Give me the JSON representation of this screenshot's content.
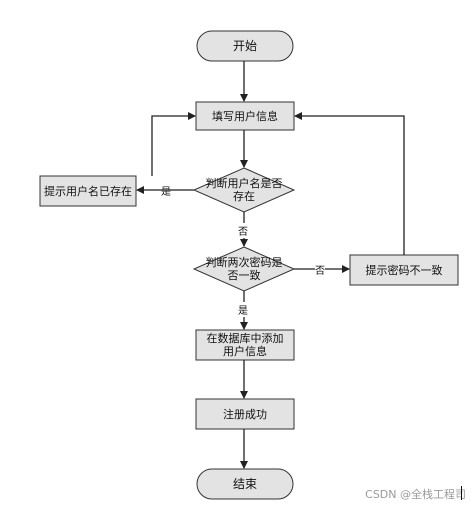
{
  "flowchart": {
    "start": "开始",
    "fill_info": "填写用户信息",
    "check_username": "判断用户名是否存在",
    "username_exists_msg": "提示用户名已存在",
    "check_passwords": "判断两次密码是否一致",
    "password_mismatch_msg": "提示密码不一致",
    "add_to_db": "在数据库中添加用户信息",
    "register_success": "注册成功",
    "end": "结束",
    "yes_label_1": "是",
    "no_label_1": "否",
    "no_label_2": "否",
    "yes_label_2": "是"
  },
  "colors": {
    "shape_fill": "#e3e3e3",
    "stroke": "#333333",
    "line": "#222222"
  },
  "watermark": "CSDN @全栈工程司"
}
